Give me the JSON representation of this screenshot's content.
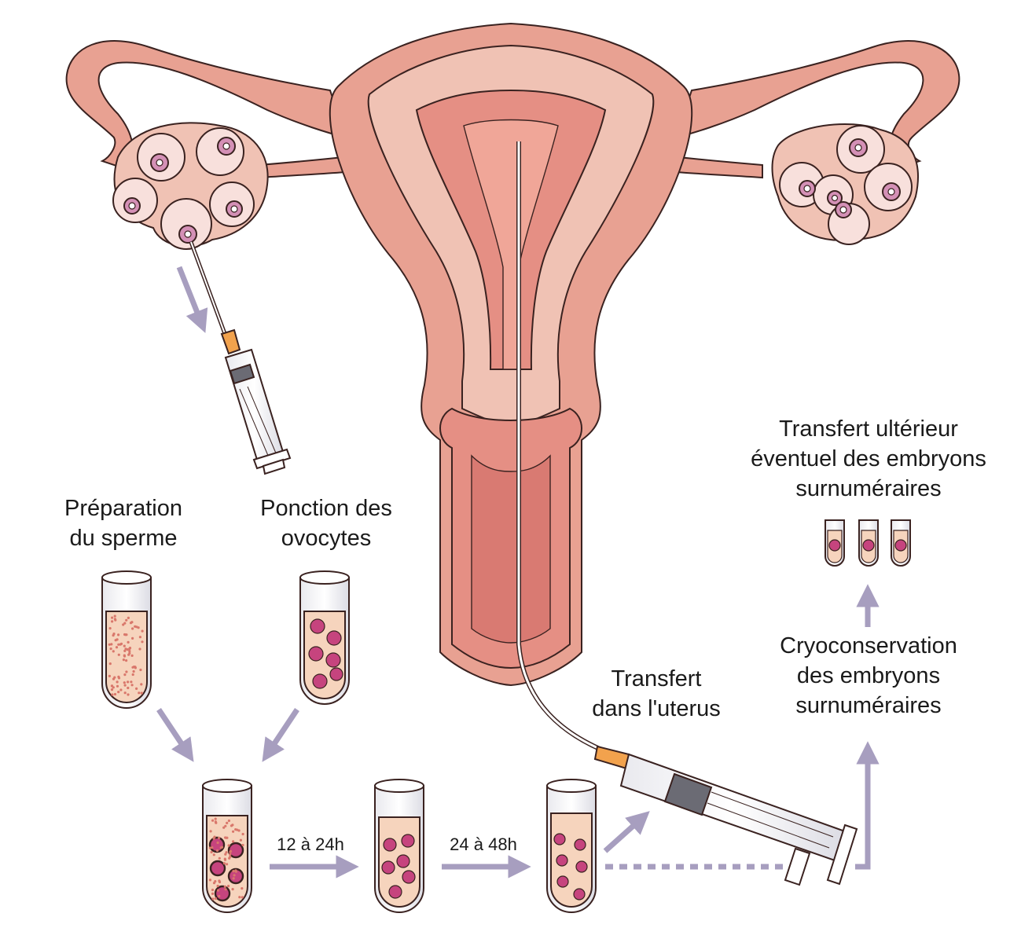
{
  "labels": {
    "sperm_prep": [
      "Préparation",
      "du sperme"
    ],
    "oocyte_retrieval": [
      "Ponction des",
      "ovocytes"
    ],
    "duration_1": "12 à 24h",
    "duration_2": "24 à 48h",
    "uterus_transfer": [
      "Transfert",
      "dans l'uterus"
    ],
    "cryo": [
      "Cryoconservation",
      "des embryons",
      "surnuméraires"
    ],
    "later_transfer": [
      "Transfert ultérieur",
      "éventuel des embryons",
      "surnuméraires"
    ]
  },
  "colors": {
    "tissue_outer": "#e8a192",
    "tissue_mid": "#f0c2b4",
    "tissue_inner": "#e58f84",
    "outline": "#3a2220",
    "arrow": "#a79ebf",
    "liquid": "#f6d4bd",
    "cell": "#c6447e",
    "needle_hub": "#f2a24d"
  }
}
